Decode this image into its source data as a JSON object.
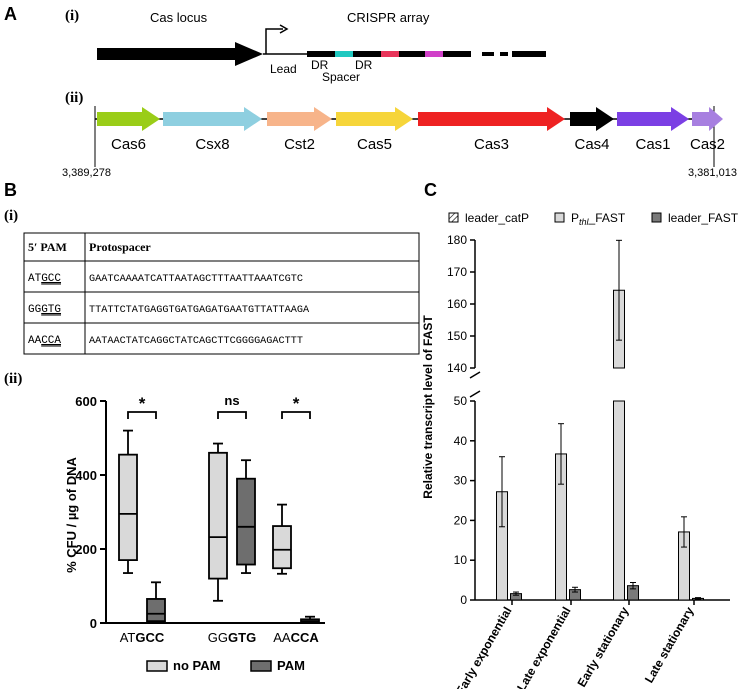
{
  "panel_A": {
    "letter": "A",
    "sub_i": "(i)",
    "sub_ii": "(ii)",
    "cas_locus_label": "Cas locus",
    "crispr_array_label": "CRISPR array",
    "lead_label": "Lead",
    "dr1_label": "DR",
    "spacer_label": "Spacer",
    "dr2_label": "DR",
    "genes": [
      {
        "name": "Cas6",
        "color": "#9ACD18"
      },
      {
        "name": "Csx8",
        "color": "#8ECFE0"
      },
      {
        "name": "Cst2",
        "color": "#F7B48A"
      },
      {
        "name": "Cas5",
        "color": "#F6D53A"
      },
      {
        "name": "Cas3",
        "color": "#EE2222"
      },
      {
        "name": "Cas4",
        "color": "#000000"
      },
      {
        "name": "Cas1",
        "color": "#7B3FE4"
      },
      {
        "name": "Cas2",
        "color": "#A77FE0"
      }
    ],
    "coord_left": "3,389,278",
    "coord_right": "3,381,013"
  },
  "panel_B": {
    "letter": "B",
    "sub_i": "(i)",
    "sub_ii": "(ii)",
    "table": {
      "headers": [
        "5′ PAM",
        "Protospacer"
      ],
      "rows": [
        {
          "pam_prefix": "AT",
          "pam_core": "GCC",
          "protospacer": "GAATCAAAATCATTAATAGCTTTAATTAAATCGTC"
        },
        {
          "pam_prefix": "GG",
          "pam_core": "GTG",
          "protospacer": "TTATTCTATGAGGTGATGAGATGAATGTTATTAAGA"
        },
        {
          "pam_prefix": "AA",
          "pam_core": "CCA",
          "protospacer": "AATAACTATCAGGCTATCAGCTTCGGGGAGACTTT"
        }
      ]
    },
    "chart_data": {
      "type": "box",
      "ylabel": "% CFU / µg of DNA",
      "ylim": [
        0,
        600
      ],
      "yticks": [
        0,
        200,
        400,
        600
      ],
      "categories": [
        {
          "prefix": "AT",
          "bold": "GCC"
        },
        {
          "prefix": "GG",
          "bold": "GTG"
        },
        {
          "prefix": "AA",
          "bold": "CCA"
        }
      ],
      "series": [
        {
          "name": "no PAM",
          "color": "#D9D9D9",
          "boxes": [
            {
              "min": 135,
              "q1": 170,
              "median": 295,
              "q3": 455,
              "max": 520
            },
            {
              "min": 60,
              "q1": 120,
              "median": 232,
              "q3": 460,
              "max": 485
            },
            {
              "min": 133,
              "q1": 148,
              "median": 198,
              "q3": 262,
              "max": 320
            }
          ]
        },
        {
          "name": "PAM",
          "color": "#6E6E6E",
          "boxes": [
            {
              "min": 0,
              "q1": 5,
              "median": 25,
              "q3": 65,
              "max": 110
            },
            {
              "min": 135,
              "q1": 158,
              "median": 260,
              "q3": 390,
              "max": 440
            },
            {
              "min": 0,
              "q1": 2,
              "median": 5,
              "q3": 10,
              "max": 17
            }
          ]
        }
      ],
      "significance": [
        "*",
        "ns",
        "*"
      ],
      "legend": [
        "no PAM",
        "PAM"
      ]
    }
  },
  "panel_C": {
    "letter": "C",
    "chart_data": {
      "type": "bar",
      "ylabel": "Relative transcript level of FAST",
      "y_lower_range": [
        0,
        50
      ],
      "y_upper_range": [
        140,
        180
      ],
      "yticks_lower": [
        0,
        10,
        20,
        30,
        40,
        50
      ],
      "yticks_upper": [
        140,
        150,
        160,
        170,
        180
      ],
      "categories": [
        "Early exponential",
        "Late exponential",
        "Early stationary",
        "Late stationary"
      ],
      "legend": [
        {
          "pre": "leader_catP",
          "sub": "",
          "post": ""
        },
        {
          "pre": "P",
          "sub": "thl",
          "post": "_FAST"
        },
        {
          "pre": "leader_FAST",
          "sub": "",
          "post": ""
        }
      ],
      "series": [
        {
          "name": "leader_catP",
          "values": [
            0,
            0,
            0,
            0
          ],
          "errors": [
            0,
            0,
            0,
            0
          ],
          "color": "hatched"
        },
        {
          "name": "Pthl_FAST",
          "values": [
            27.2,
            36.7,
            164.3,
            17.1
          ],
          "errors": [
            8.8,
            7.6,
            15.6,
            3.8
          ],
          "color": "#D9D9D9"
        },
        {
          "name": "leader_FAST",
          "values": [
            1.6,
            2.6,
            3.6,
            0.4
          ],
          "errors": [
            0.4,
            0.6,
            0.8,
            0.2
          ],
          "color": "#7A7A7A"
        }
      ]
    }
  }
}
